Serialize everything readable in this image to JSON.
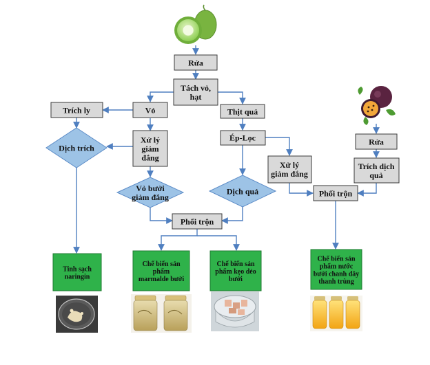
{
  "nodes": {
    "rua1": {
      "lines": [
        "Rửa"
      ]
    },
    "tach": {
      "lines": [
        "Tách vỏ,",
        "hạt"
      ]
    },
    "trichly": {
      "lines": [
        "Trích ly"
      ]
    },
    "vo": {
      "lines": [
        "Vỏ"
      ]
    },
    "thitqua": {
      "lines": [
        "Thịt quả"
      ]
    },
    "dichtrich": {
      "lines": [
        "Dịch trích"
      ]
    },
    "xuly1": {
      "lines": [
        "Xử lý",
        "giảm",
        "đắng"
      ]
    },
    "eploc": {
      "lines": [
        "Ép-Lọc"
      ]
    },
    "xuly2": {
      "lines": [
        "Xử lý",
        "giảm đắng"
      ]
    },
    "rua2": {
      "lines": [
        "Rửa"
      ]
    },
    "trichdich": {
      "lines": [
        "Trích dịch",
        "quả"
      ]
    },
    "vobuoi": {
      "lines": [
        "Vỏ bưởi",
        "giảm đắng"
      ]
    },
    "dichqua": {
      "lines": [
        "Dịch quả"
      ]
    },
    "phoitron1": {
      "lines": [
        "Phối trộn"
      ]
    },
    "phoitron2": {
      "lines": [
        "Phối trộn"
      ]
    },
    "out1": {
      "lines": [
        "Tinh sạch",
        "naringin"
      ]
    },
    "out2": {
      "lines": [
        "Chế biến sản",
        "phẩm",
        "marmalde bưởi"
      ]
    },
    "out3": {
      "lines": [
        "Chế biến sản",
        "phẩm kẹo dẻo",
        "bưởi"
      ]
    },
    "out4": {
      "lines": [
        "Chế biến sản",
        "phẩm nước",
        "bưởi chanh dây",
        "thanh trùng"
      ]
    }
  },
  "colors": {
    "edge": "#4f7fc0",
    "process_box": "#d9d9d9",
    "decision": "#9dc3e6",
    "product_box": "#2fb24a"
  },
  "icons": {
    "pomelo": "pomelo-fruit-icon",
    "passion": "passion-fruit-icon",
    "naringin": "naringin-powder-dish-icon",
    "marmalade": "marmalade-jars-icon",
    "candy": "gummy-candy-cup-icon",
    "juice": "juice-bottles-icon"
  }
}
